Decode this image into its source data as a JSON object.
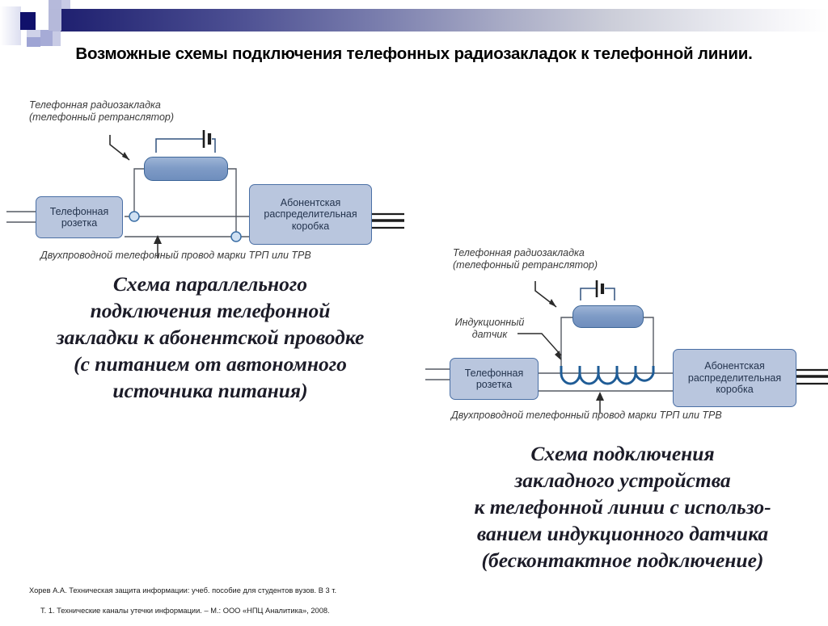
{
  "title": "Возможные схемы подключения телефонных радиозакладок\nк телефонной линии.",
  "colors": {
    "header_gradient_start": "#1f2070",
    "header_gradient_end": "#ffffff",
    "accent_dark": "#10116b",
    "accent_mid": "#9ea4d4",
    "accent_light": "#c8cbe5",
    "box_fill": "#b9c6de",
    "box_border": "#4a6fa5",
    "device_fill": "#7e9bc6",
    "coil_stroke": "#1f5c96",
    "wire": "#555a63",
    "text": "#000000"
  },
  "diagram1": {
    "name": "parallel-connection-scheme",
    "labels": {
      "device": "Телефонная радиозакладка\n(телефонный ретранслятор)",
      "wire": "Двухпроводной телефонный провод марки ТРП или ТРВ"
    },
    "boxes": {
      "socket": "Телефонная\nрозетка",
      "distribution": "Абонентская\nраспределительная\nкоробка"
    },
    "caption": "Схема параллельного\nподключения телефонной\nзакладки к абонентской проводке\n(с питанием от автономного\nисточника питания)"
  },
  "diagram2": {
    "name": "inductive-sensor-scheme",
    "labels": {
      "device": "Телефонная радиозакладка\n(телефонный ретранслятор)",
      "sensor": "Индукционный\nдатчик",
      "wire": "Двухпроводной телефонный провод марки ТРП или ТРВ"
    },
    "boxes": {
      "socket": "Телефонная\nрозетка",
      "distribution": "Абонентская\nраспределительная\nкоробка"
    },
    "caption": "Схема подключения\nзакладного устройства\nк телефонной линии с использо-\nванием индукционного датчика\n(бесконтактное подключение)"
  },
  "footer": {
    "line1": "Хорев А.А.  Техническая  защита информации: учеб. пособие для студентов вузов. В 3 т.",
    "line2": "Т. 1. Технические каналы утечки информации. – М.: ООО «НПЦ Аналитика», 2008."
  }
}
